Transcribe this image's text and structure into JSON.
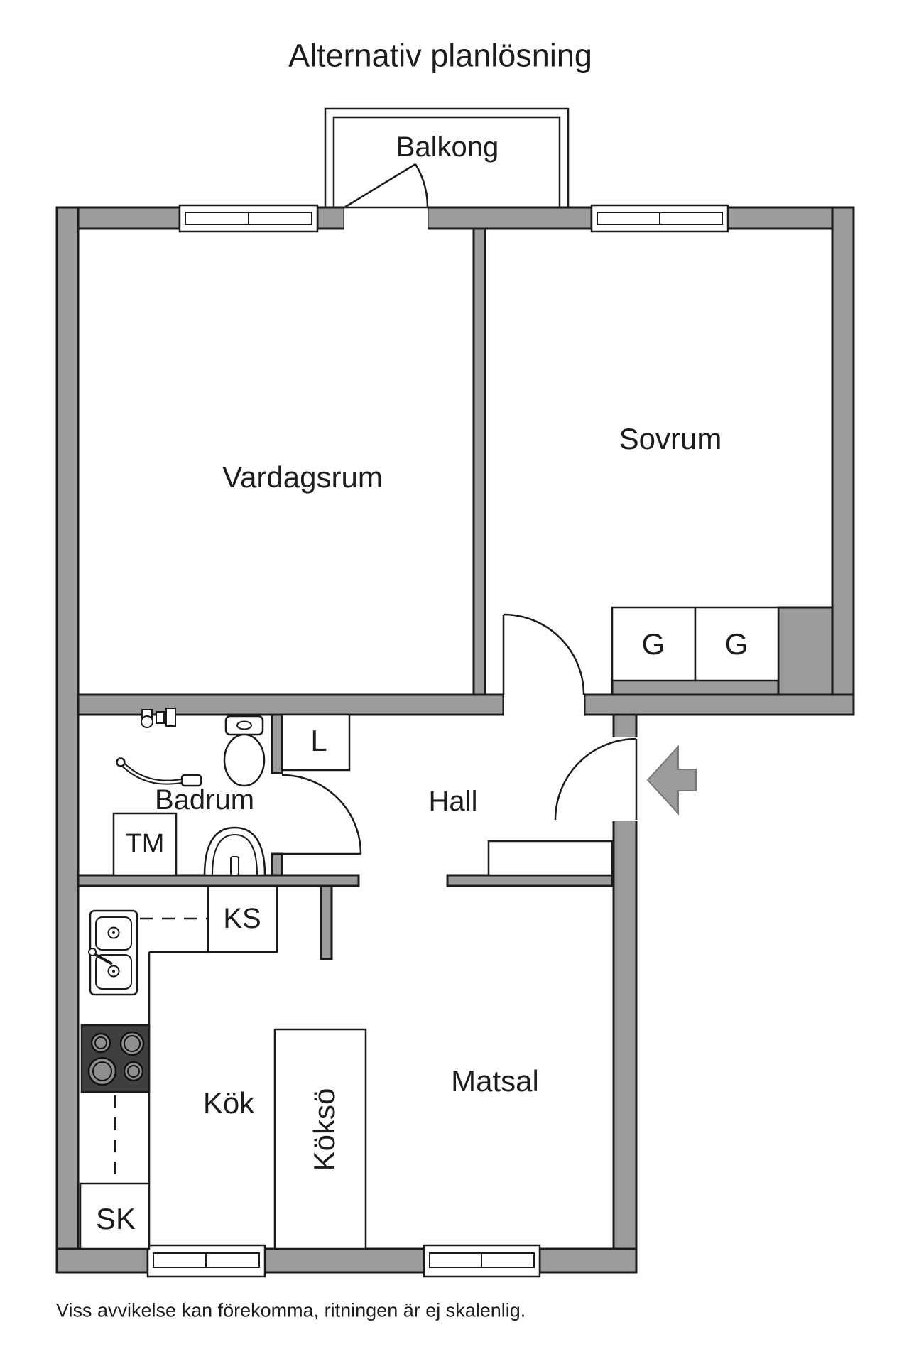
{
  "title": "Alternativ planlösning",
  "floorplan": {
    "rooms": {
      "balcony": "Balkong",
      "living": "Vardagsrum",
      "bedroom": "Sovrum",
      "bathroom": "Badrum",
      "hall": "Hall",
      "kitchen": "Kök",
      "dining": "Matsal",
      "island": "Köksö"
    },
    "fixtures": {
      "wardrobe1": "G",
      "wardrobe2": "G",
      "linen_closet": "L",
      "washing_machine": "TM",
      "fridge_freezer": "KS",
      "cleaning_closet": "SK"
    }
  },
  "footer": "Viss avvikelse kan förekomma, ritningen är ej skalenlig.",
  "colors": {
    "wall": "#9b9b9b",
    "line": "#1a1a1a",
    "stove": "#3f3f3f",
    "burner": "#8f8f8f",
    "background": "#ffffff"
  }
}
